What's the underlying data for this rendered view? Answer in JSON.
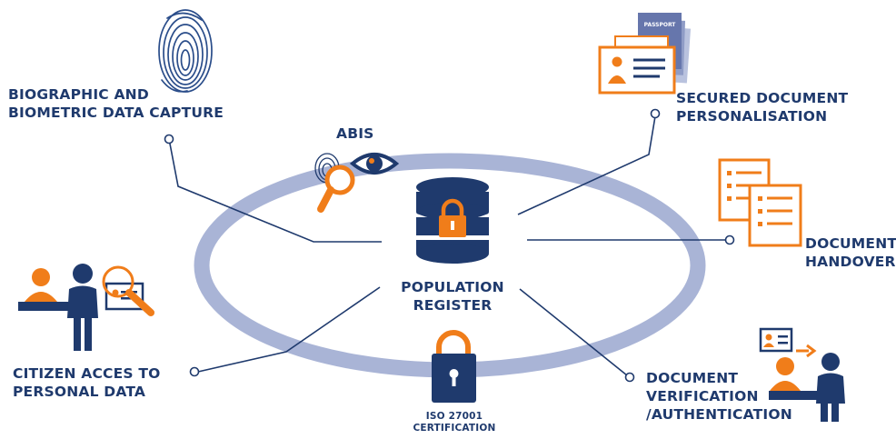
{
  "colors": {
    "navy": "#1f3a6d",
    "orange": "#f07d1a",
    "ring": "#a9b4d6"
  },
  "center": {
    "line1": "POPULATION",
    "line2": "REGISTER",
    "icon": "database-lock-icon"
  },
  "abis": {
    "label": "ABIS",
    "icon": "fingerprint-magnifier-eye-icon"
  },
  "nodes": {
    "biographic": {
      "line1": "BIOGRAPHIC AND",
      "line2": "BIOMETRIC DATA CAPTURE",
      "icon": "fingerprint-icon"
    },
    "secured": {
      "line1": "SECURED DOCUMENT",
      "line2": "PERSONALISATION",
      "icon": "passport-id-card-icon",
      "passport_text": "PASSPORT"
    },
    "handover": {
      "line1": "DOCUMENT",
      "line2": "HANDOVER",
      "icon": "documents-list-icon"
    },
    "citizen": {
      "line1": "CITIZEN ACCES TO",
      "line2": "PERSONAL DATA",
      "icon": "citizen-desk-magnifier-icon"
    },
    "verification": {
      "line1": "DOCUMENT",
      "line2": "VERIFICATION",
      "line3": "/AUTHENTICATION",
      "icon": "id-check-desk-icon"
    },
    "iso": {
      "line1": "ISO 27001",
      "line2": "CERTIFICATION",
      "icon": "padlock-icon"
    }
  }
}
